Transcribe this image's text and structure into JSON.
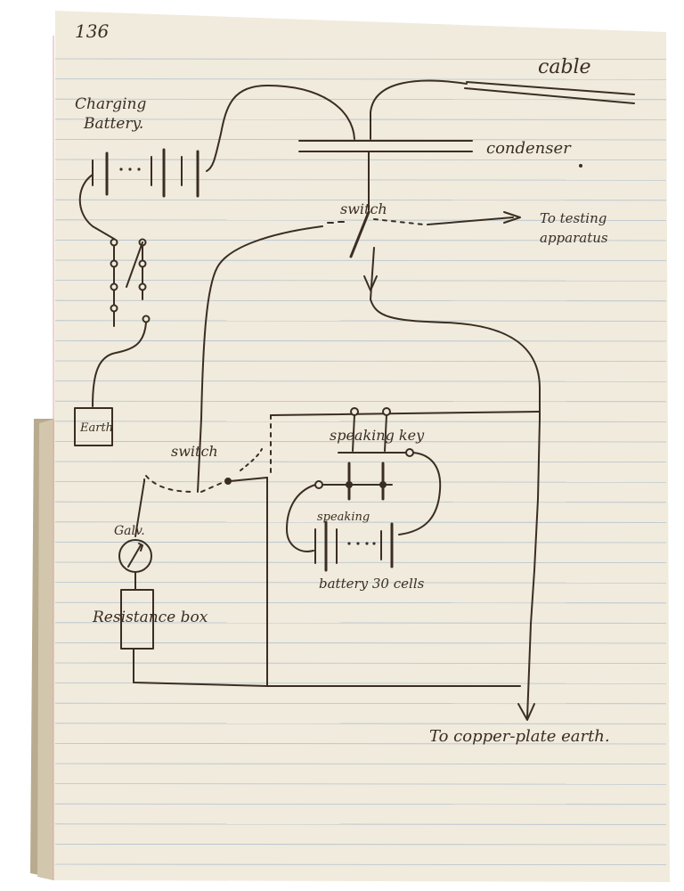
{
  "page": {
    "number": "136",
    "paper_color": "#f1ebdd",
    "line_color": "#9db3c8",
    "margin_color": "#d9aaa4",
    "ink_color": "#3a2e22"
  },
  "labels": {
    "cable": "cable",
    "charging_battery_1": "Charging",
    "charging_battery_2": "Battery.",
    "condenser": "condenser",
    "switch_top": "switch",
    "to_testing_1": "To testing",
    "to_testing_2": "apparatus",
    "earth": "Earth",
    "switch_left": "switch",
    "speaking_key": "speaking key",
    "speaking": "speaking",
    "battery_cells": "battery 30 cells",
    "galv": "Galv.",
    "resistance_box": "Resistance box",
    "to_copper_plate": "To copper-plate earth."
  }
}
